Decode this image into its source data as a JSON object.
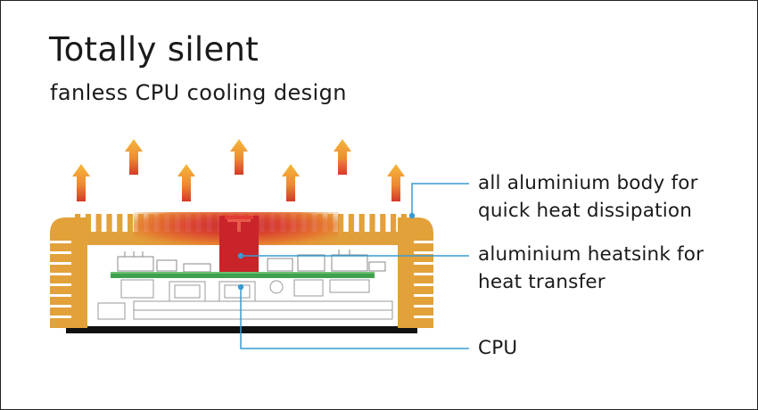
{
  "header": {
    "title": "Totally silent",
    "subtitle": "fanless CPU cooling design"
  },
  "callouts": {
    "body": [
      "all aluminium body for",
      "quick heat dissipation"
    ],
    "heatsink": [
      "aluminium heatsink for",
      "heat transfer"
    ],
    "cpu": [
      "CPU"
    ]
  },
  "colors": {
    "aluminium_body": "#e3a13a",
    "heat_core": "#c8242a",
    "board": "#3fa14d",
    "leader_line": "#3a9ad3",
    "arrow_top": "#f3b23a",
    "arrow_base": "#d6432a"
  }
}
